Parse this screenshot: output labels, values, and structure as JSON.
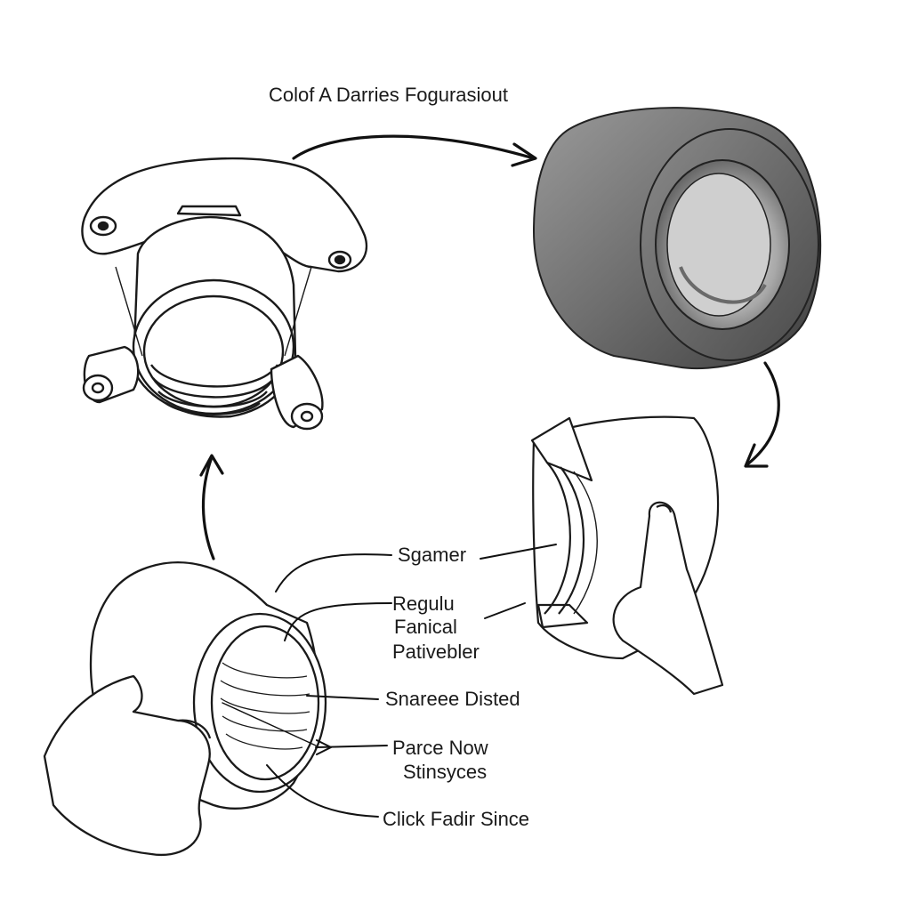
{
  "title": "Colof A Darries Fogurasiout",
  "labels": {
    "sgamer": "Sgamer",
    "regulu": "Regulu",
    "fanical": "Fanical",
    "pativebler": "Pativebler",
    "snareee": "Snareee Disted",
    "parce": "Parce Now",
    "stinsyces": "Stinsyces",
    "click": "Click Fadir Since"
  },
  "colors": {
    "ink": "#1a1a1a",
    "ring_dark": "#5a5a5a",
    "ring_light": "#8c8c8c",
    "paper": "#ffffff"
  }
}
